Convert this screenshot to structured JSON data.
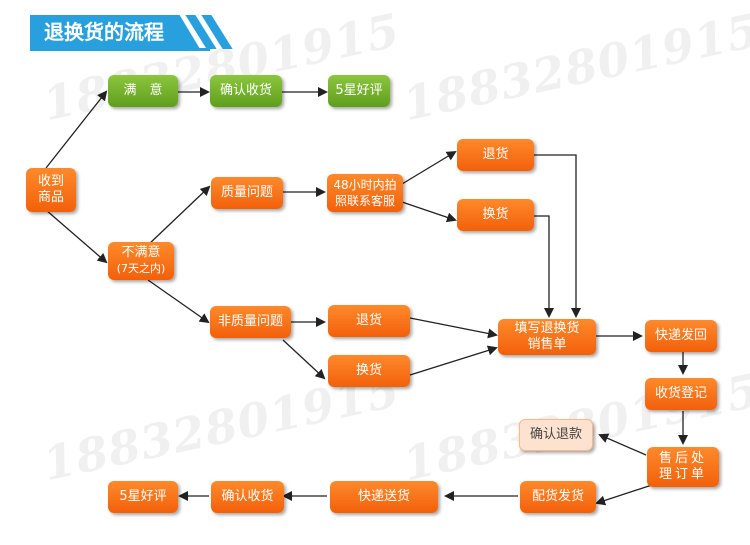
{
  "title": "退换货的流程",
  "watermark": "18832801915",
  "nodes": {
    "receive": [
      "收到",
      "商品"
    ],
    "satisfied": "满　意",
    "confirm_receipt_top": "确认收货",
    "five_star_top": "5星好评",
    "unsatisfied": [
      "不满意",
      "(7天之内)"
    ],
    "quality_issue": "质量问题",
    "contact_cs": [
      "48小时内拍",
      "照联系客服"
    ],
    "return_top": "退货",
    "exchange_top": "换货",
    "non_quality_issue": "非质量问题",
    "return_mid": "退货",
    "exchange_mid": "换货",
    "fill_form": [
      "填写退换货",
      "销售单"
    ],
    "express_back": "快递发回",
    "receive_register": "收货登记",
    "after_sales": [
      "售后处",
      "理订单"
    ],
    "confirm_refund": "确认退款",
    "ship_goods": "配货发货",
    "express_send": "快递送货",
    "confirm_receipt_bottom": "确认收货",
    "five_star_bottom": "5星好评"
  },
  "colors": {
    "accent_blue": "#29a0de",
    "orange": "#f2600a",
    "green": "#6aab22",
    "refund_bg": "#fde3cf"
  }
}
